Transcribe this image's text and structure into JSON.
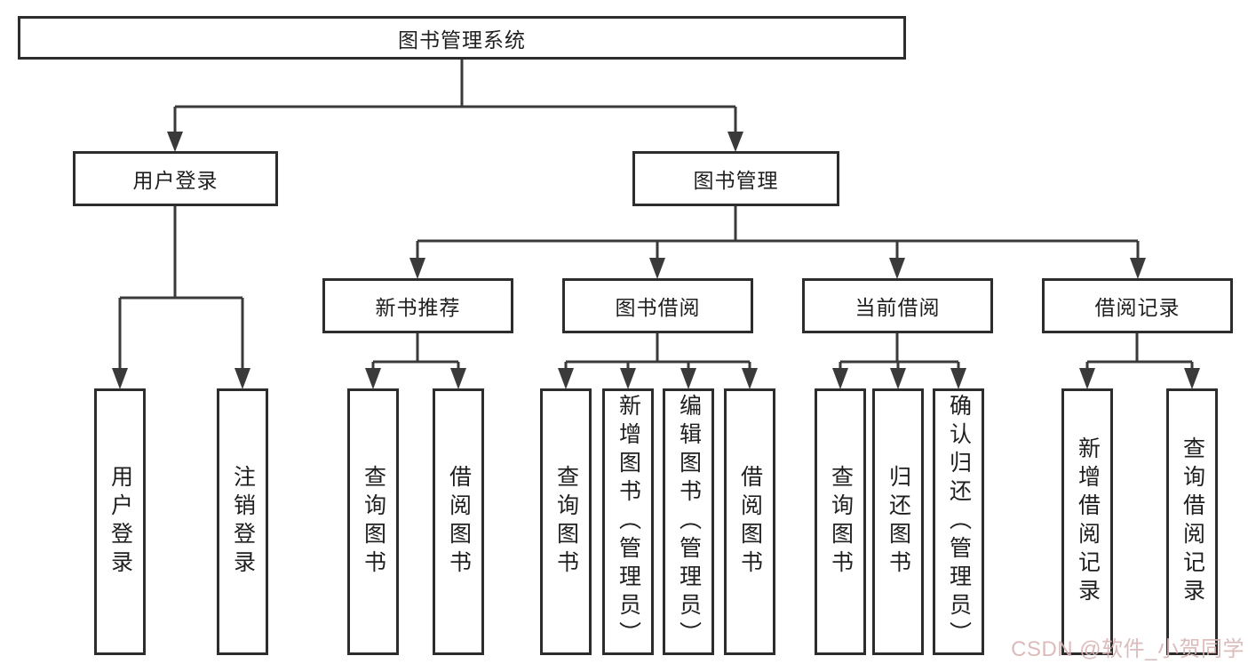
{
  "diagram": {
    "root": {
      "label": "图书管理系统"
    },
    "level2": [
      {
        "label": "用户登录"
      },
      {
        "label": "图书管理"
      }
    ],
    "level3": [
      {
        "label": "新书推荐"
      },
      {
        "label": "图书借阅"
      },
      {
        "label": "当前借阅"
      },
      {
        "label": "借阅记录"
      }
    ],
    "leaves": {
      "user_login": [
        {
          "label": "用户登录"
        },
        {
          "label": "注销登录"
        }
      ],
      "new_book": [
        {
          "label": "查询图书"
        },
        {
          "label": "借阅图书"
        }
      ],
      "book_borrow": [
        {
          "label": "查询图书"
        },
        {
          "label": "新增图书（管理员）"
        },
        {
          "label": "编辑图书（管理员）"
        },
        {
          "label": "借阅图书"
        }
      ],
      "current_borrow": [
        {
          "label": "查询图书"
        },
        {
          "label": "归还图书"
        },
        {
          "label": "确认归还（管理员）"
        }
      ],
      "borrow_record": [
        {
          "label": "新增借阅记录"
        },
        {
          "label": "查询借阅记录"
        }
      ]
    },
    "watermark": "CSDN @软件_小贺同学",
    "colors": {
      "line": "#3a3a3a",
      "box_border": "#2d2d2d",
      "text": "#1f1f1f",
      "watermark": "#d9b4b4",
      "background": "#ffffff"
    }
  }
}
